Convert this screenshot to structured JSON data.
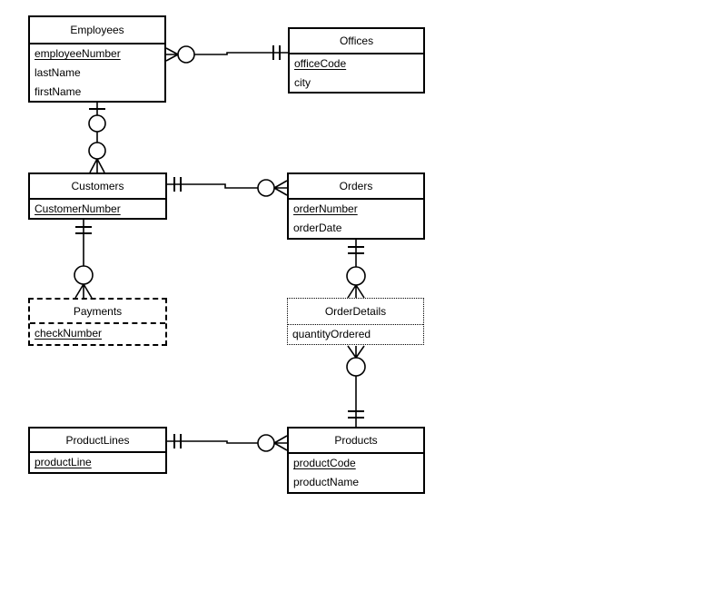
{
  "diagram": {
    "type": "entity-relationship-diagram",
    "notation": "crow-foot",
    "colors": {
      "stroke": "#000000",
      "background": "#ffffff",
      "text": "#000000"
    },
    "entities": [
      {
        "id": "employees",
        "title": "Employees",
        "border_style": "solid",
        "fields": [
          {
            "text": "employeeNumber",
            "primary_key": true
          },
          {
            "text": "lastName",
            "primary_key": false
          },
          {
            "text": "firstName",
            "primary_key": false
          }
        ]
      },
      {
        "id": "offices",
        "title": "Offices",
        "border_style": "solid",
        "fields": [
          {
            "text": "officeCode",
            "primary_key": true
          },
          {
            "text": "city",
            "primary_key": false
          }
        ]
      },
      {
        "id": "customers",
        "title": "Customers",
        "border_style": "solid",
        "fields": [
          {
            "text": "CustomerNumber",
            "primary_key": true
          }
        ]
      },
      {
        "id": "orders",
        "title": "Orders",
        "border_style": "solid",
        "fields": [
          {
            "text": "orderNumber",
            "primary_key": true
          },
          {
            "text": "orderDate",
            "primary_key": false
          }
        ]
      },
      {
        "id": "payments",
        "title": "Payments",
        "border_style": "dashed",
        "fields": [
          {
            "text": "checkNumber",
            "primary_key": true
          }
        ]
      },
      {
        "id": "orderdetails",
        "title": "OrderDetails",
        "border_style": "dotted",
        "fields": [
          {
            "text": "quantityOrdered",
            "primary_key": false
          }
        ]
      },
      {
        "id": "productlines",
        "title": "ProductLines",
        "border_style": "solid",
        "fields": [
          {
            "text": "productLine",
            "primary_key": true
          }
        ]
      },
      {
        "id": "products",
        "title": "Products",
        "border_style": "solid",
        "fields": [
          {
            "text": "productCode",
            "primary_key": true
          },
          {
            "text": "productName",
            "primary_key": false
          }
        ]
      }
    ],
    "relationships": [
      {
        "from": "Employees",
        "to": "Offices",
        "from_end_marker": "zero-or-many (crow-foot + circle)",
        "to_end_marker": "one-and-only-one (double bar)"
      },
      {
        "from": "Employees",
        "to": "Customers",
        "from_end_marker": "zero-or-one (bar + circle)",
        "to_end_marker": "zero-or-many (circle + crow-foot)"
      },
      {
        "from": "Customers",
        "to": "Orders",
        "from_end_marker": "one-and-only-one (double bar)",
        "to_end_marker": "zero-or-many (circle + crow-foot)"
      },
      {
        "from": "Customers",
        "to": "Payments",
        "from_end_marker": "one-and-only-one (double bar)",
        "to_end_marker": "zero-or-many (circle + crow-foot)"
      },
      {
        "from": "Orders",
        "to": "OrderDetails",
        "from_end_marker": "one-and-only-one (double bar)",
        "to_end_marker": "zero-or-many (circle + crow-foot)"
      },
      {
        "from": "OrderDetails",
        "to": "Products",
        "from_end_marker": "zero-or-many (crow-foot + circle)",
        "to_end_marker": "one-and-only-one (double bar)"
      },
      {
        "from": "ProductLines",
        "to": "Products",
        "from_end_marker": "one-and-only-one (double bar)",
        "to_end_marker": "zero-or-many (circle + crow-foot)"
      }
    ]
  }
}
